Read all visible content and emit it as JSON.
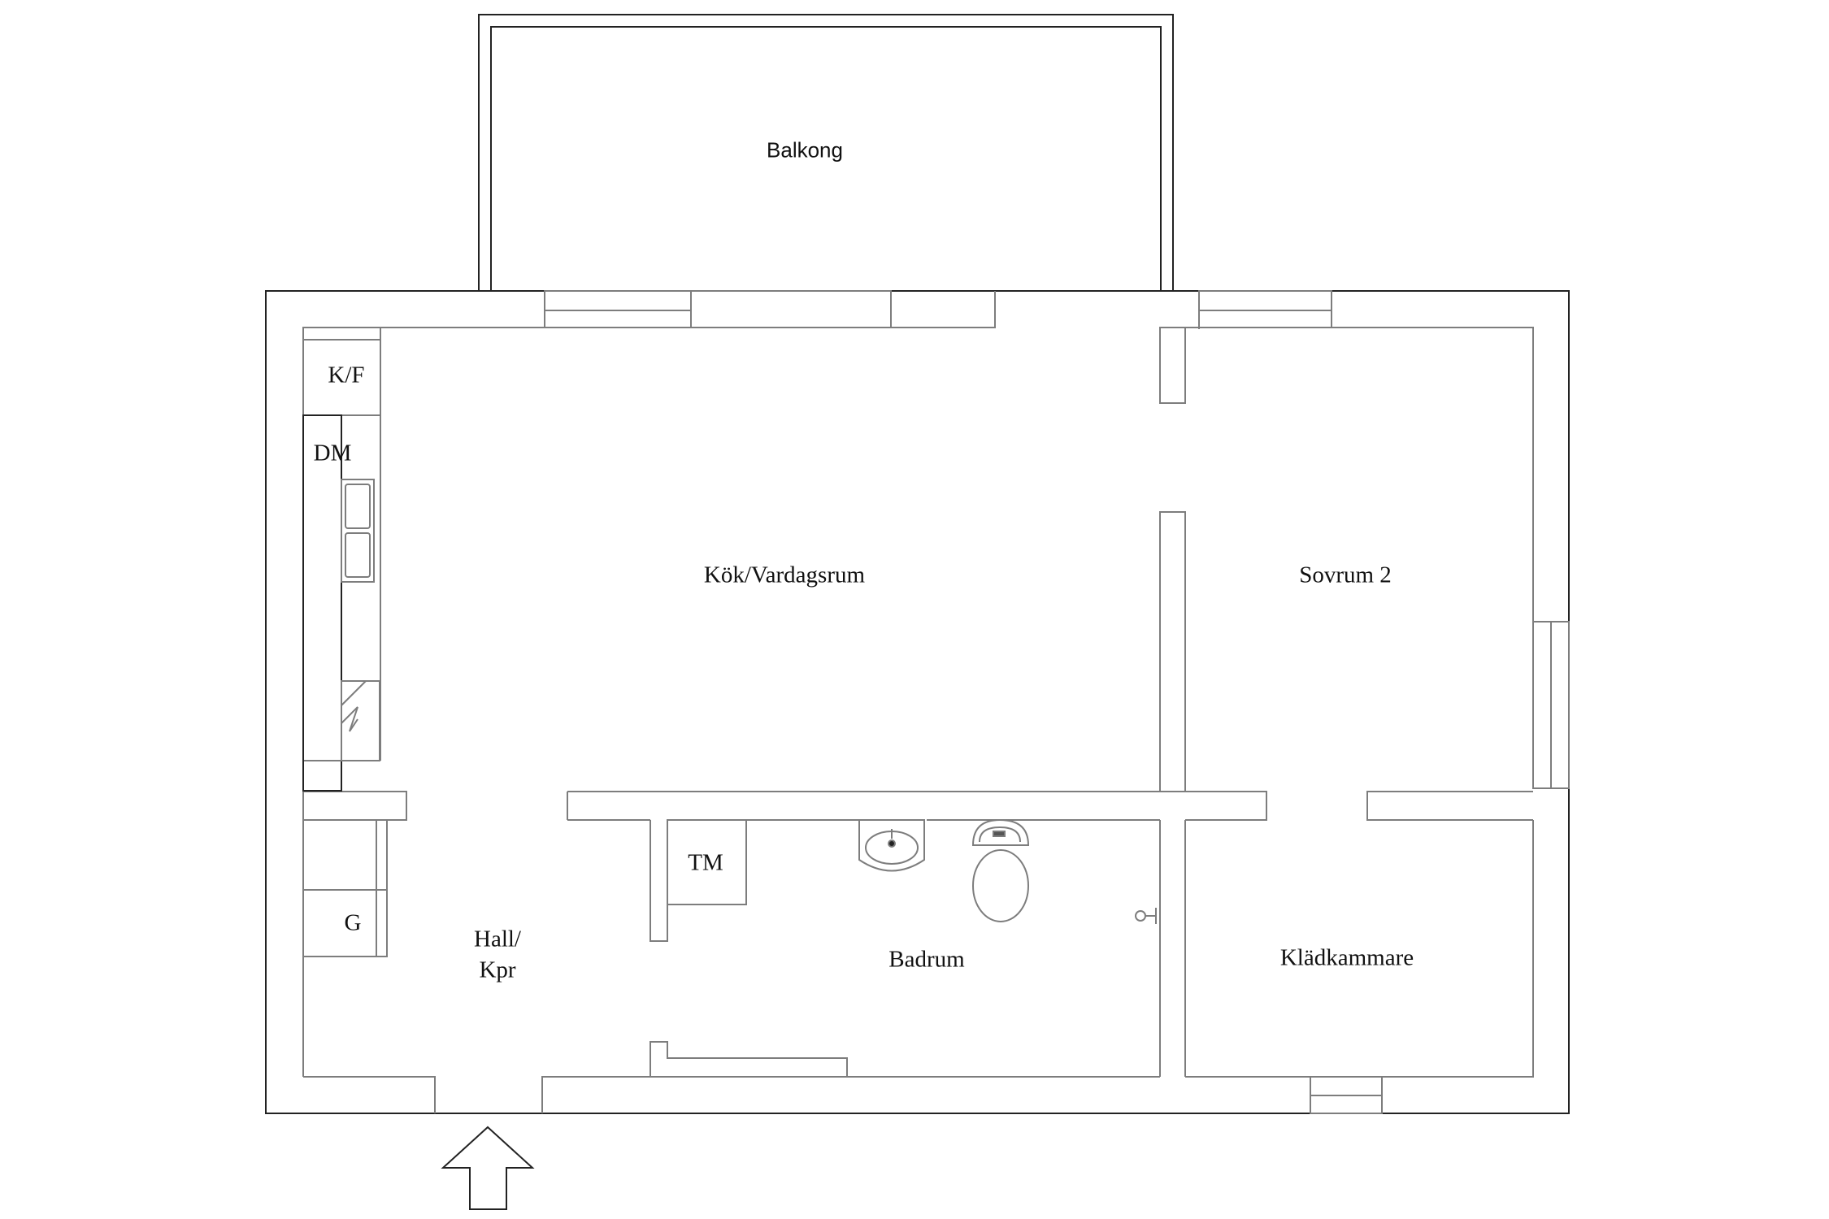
{
  "plan": {
    "rooms": {
      "balkong": "Balkong",
      "kok_vardagsrum": "Kök/Vardagsrum",
      "sovrum": "Sovrum 2",
      "hall_line1": "Hall/",
      "hall_line2": "Kpr",
      "badrum": "Badrum",
      "kladkammare": "Klädkammare"
    },
    "fixtures": {
      "kf": "K/F",
      "dm": "DM",
      "tm": "TM",
      "g": "G"
    },
    "icons": {
      "entrance": "entrance-arrow-icon",
      "sink": "sink-icon",
      "toilet": "toilet-icon",
      "kitchen_sink": "double-sink-icon",
      "stove": "stove-icon"
    },
    "colors": {
      "wall": "#8a8a8a",
      "outline": "#222222"
    }
  }
}
